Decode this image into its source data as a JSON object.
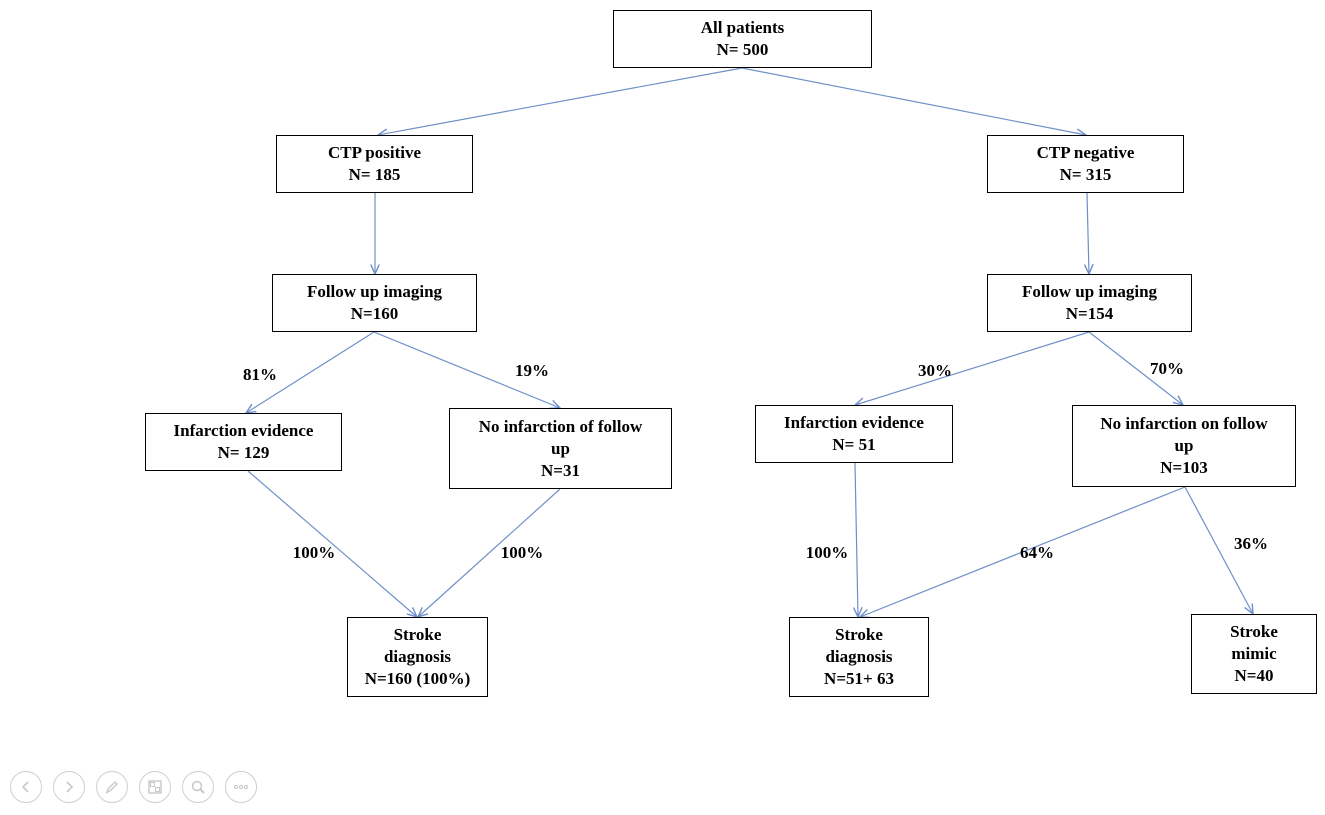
{
  "nodes": {
    "all": {
      "line1": "All patients",
      "line2": "N= 500"
    },
    "ctp_pos": {
      "line1": "CTP positive",
      "line2": "N= 185"
    },
    "ctp_neg": {
      "line1": "CTP negative",
      "line2": "N= 315"
    },
    "fu_pos": {
      "line1": "Follow up imaging",
      "line2": "N=160"
    },
    "fu_neg": {
      "line1": "Follow up imaging",
      "line2": "N=154"
    },
    "inf_pos": {
      "line1": "Infarction evidence",
      "line2": "N= 129"
    },
    "noinf_pos": {
      "line1": "No infarction of follow",
      "line2": "up",
      "line3": "N=31"
    },
    "inf_neg": {
      "line1": "Infarction evidence",
      "line2": "N= 51"
    },
    "noinf_neg": {
      "line1": "No infarction on follow",
      "line2": "up",
      "line3": "N=103"
    },
    "stroke_pos": {
      "line1": "Stroke",
      "line2": "diagnosis",
      "line3": "N=160 (100%)"
    },
    "stroke_neg": {
      "line1": "Stroke",
      "line2": "diagnosis",
      "line3": "N=51+ 63"
    },
    "mimic": {
      "line1": "Stroke",
      "line2": "mimic",
      "line3": "N=40"
    }
  },
  "percentages": {
    "p81": "81%",
    "p19": "19%",
    "p30": "30%",
    "p70": "70%",
    "p100a": "100%",
    "p100b": "100%",
    "p100c": "100%",
    "p64": "64%",
    "p36": "36%"
  },
  "colors": {
    "arrow": "#6f8fc9",
    "toolbar_icon": "#c8c8c8"
  },
  "toolbar": {
    "icons": [
      "previous-icon",
      "next-icon",
      "pen-icon",
      "slides-icon",
      "zoom-icon",
      "more-icon"
    ]
  }
}
